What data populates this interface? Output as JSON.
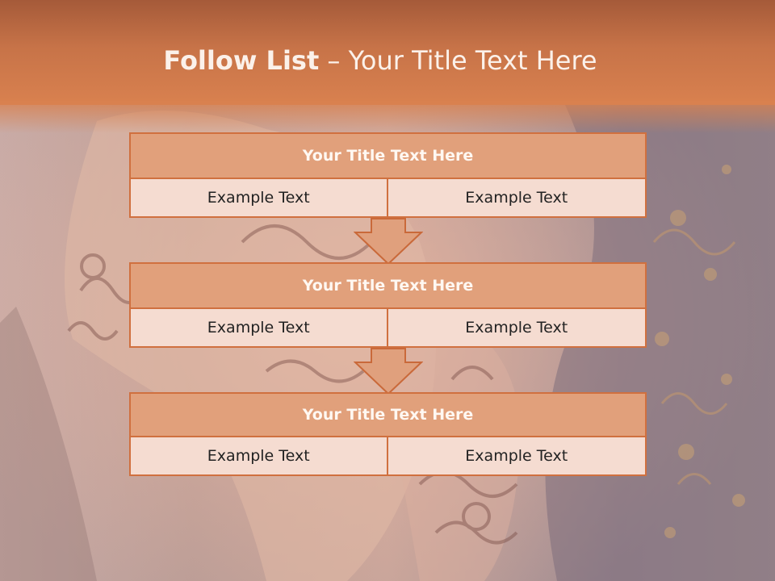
{
  "slide": {
    "title_bold": "Follow List",
    "title_rest": " – Your Title Text Here"
  },
  "blocks": [
    {
      "title": "Your Title Text Here",
      "left": "Example Text",
      "right": "Example Text"
    },
    {
      "title": "Your Title Text Here",
      "left": "Example Text",
      "right": "Example Text"
    },
    {
      "title": "Your Title Text Here",
      "left": "Example Text",
      "right": "Example Text"
    }
  ],
  "colors": {
    "header": "#d9814f",
    "block_title_fill": "#e1a07b",
    "block_cell_fill": "#f5dcd1",
    "border": "#d0703f",
    "arrow_fill": "#e0a07d"
  },
  "background": {
    "description_icon": "henna-hands-photo"
  }
}
